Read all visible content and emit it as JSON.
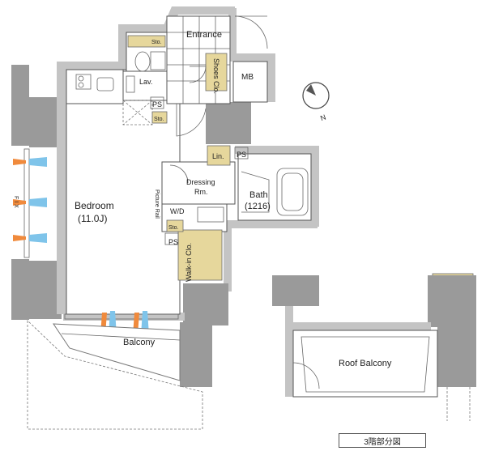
{
  "labels": {
    "entrance": "Entrance",
    "sto": "Sto.",
    "lav": "Lav.",
    "shoes_clo": "Shoes Clo.",
    "mb": "MB",
    "ps": "PS",
    "lin": "Lin.",
    "dressing": "Dressing",
    "rm": "Rm.",
    "bath": "Bath",
    "bath_size": "(1216)",
    "picture_rail": "Picture Rail",
    "wd": "W/D",
    "walk_in": "Walk-in Clo.",
    "bedroom": "Bedroom",
    "bedroom_size": "(11.0J)",
    "fix": "F I X",
    "balcony": "Balcony",
    "roof_balcony": "Roof  Balcony",
    "north": "N",
    "floor_note": "3階部分図"
  },
  "colors": {
    "wall": "#9a9a9a",
    "storage": "#e6d79c",
    "airflow_orange": "#f08a3c",
    "airflow_blue": "#7fc4ea"
  }
}
